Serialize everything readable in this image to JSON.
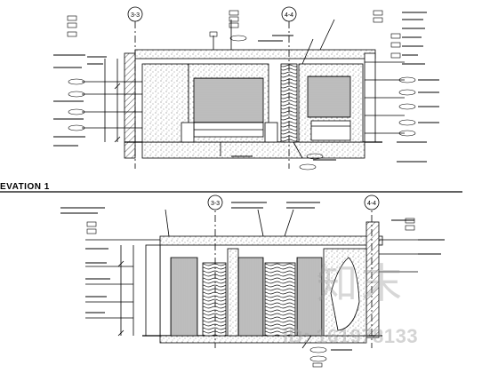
{
  "drawing": {
    "top_elevation_title": "EVATION 1",
    "grid_markers": {
      "top_left": "3-3",
      "top_right": "4-4",
      "bottom_left": "3-3",
      "bottom_right": "4-4"
    }
  },
  "watermark": {
    "brand_text": "知末",
    "id_text": "ID: 161978133"
  },
  "colors": {
    "line": "#000000",
    "hatch": "#555555",
    "watermark": "#9a9a9a"
  }
}
